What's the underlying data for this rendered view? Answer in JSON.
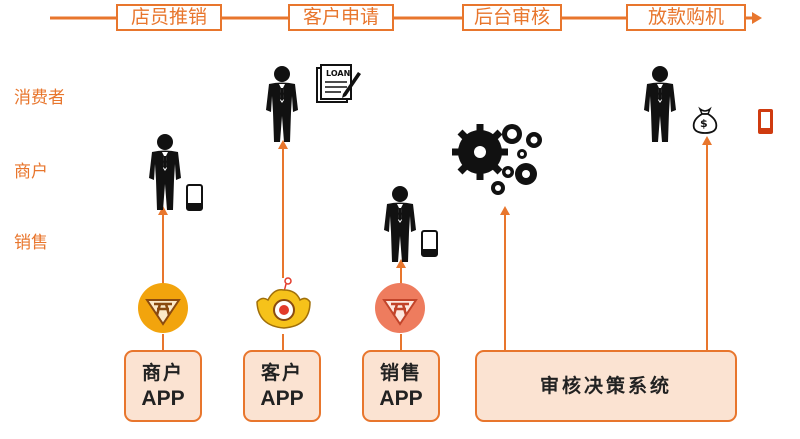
{
  "stages": [
    "店员推销",
    "客户申请",
    "后台审核",
    "放款购机"
  ],
  "roles": [
    "消费者",
    "商户",
    "销售"
  ],
  "boxes": {
    "merchant_app": {
      "line1": "商户",
      "line2": "APP"
    },
    "customer_app": {
      "line1": "客户",
      "line2": "APP"
    },
    "sales_app": {
      "line1": "销售",
      "line2": "APP"
    },
    "review_system": {
      "label": "审核决策系统"
    }
  },
  "loan_doc_text": "LOAN",
  "money_bag_symbol": "$",
  "colors": {
    "accent": "#e8762d",
    "box_fill": "#fbe3d2",
    "figure": "#111111"
  }
}
